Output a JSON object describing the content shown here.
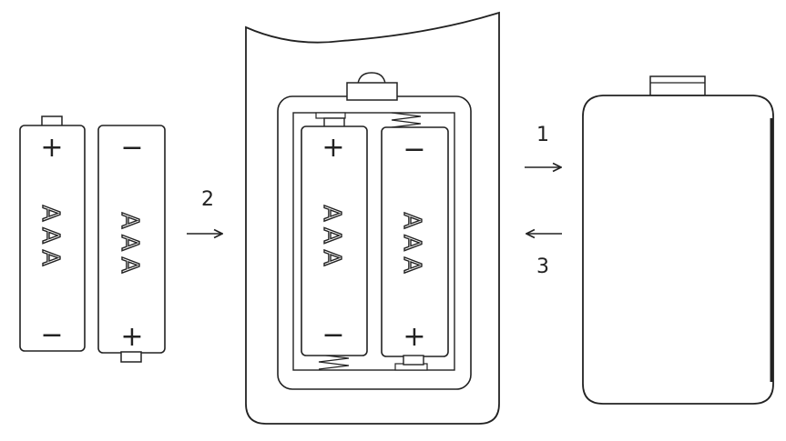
{
  "colors": {
    "line": "#222222",
    "background": "#ffffff"
  },
  "loose_batteries": [
    {
      "type_label": "AAA",
      "top_sign": "+",
      "bottom_sign": "−",
      "terminal": "top"
    },
    {
      "type_label": "AAA",
      "top_sign": "−",
      "bottom_sign": "+",
      "terminal": "bottom"
    }
  ],
  "installed_batteries": [
    {
      "type_label": "AAA",
      "top_sign": "+",
      "bottom_sign": "−"
    },
    {
      "type_label": "AAA",
      "top_sign": "−",
      "bottom_sign": "+"
    }
  ],
  "steps": [
    {
      "number": "1",
      "direction": "right",
      "icon": "arrow-right-icon"
    },
    {
      "number": "2",
      "direction": "right",
      "icon": "arrow-right-icon"
    },
    {
      "number": "3",
      "direction": "left",
      "icon": "arrow-left-icon"
    }
  ]
}
